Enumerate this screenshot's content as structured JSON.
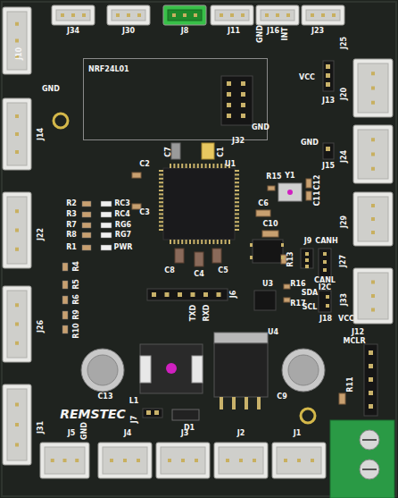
{
  "diagram": {
    "nodes": [
      {
        "text": [
          "NRF24L01"
        ]
      }
    ],
    "labels": [
      "J10",
      "GND",
      "J34",
      "J30",
      "J8",
      "J11",
      "GND",
      "J16",
      "INT",
      "J23",
      "J25",
      "VCC",
      "J13",
      "J20",
      "GND",
      "J15",
      "J24",
      "J32",
      "GND",
      "C7",
      "C1",
      "U1",
      "R15",
      "Y1",
      "C12",
      "C11",
      "C2",
      "R2",
      "RC3",
      "R3",
      "RC4",
      "R7",
      "RG6",
      "R8",
      "RG7",
      "C3",
      "C6",
      "J29",
      "R1",
      "PWR",
      "C10",
      "J14",
      "J22",
      "R4",
      "R5",
      "R6",
      "R9",
      "R10",
      "J26",
      "J31",
      "C8",
      "C4",
      "C5",
      "J9",
      "CANH",
      "J27",
      "R13",
      "CANL",
      "I2C",
      "U3",
      "R16",
      "SDA",
      "R17",
      "SCL",
      "J33",
      "J6",
      "TXD",
      "RXD",
      "J18",
      "VCC",
      "U4",
      "J12",
      "MCLR",
      "C13",
      "L1",
      "C9",
      "R11",
      "J7",
      "D1",
      "REMSTEC",
      "J5",
      "GND",
      "J4",
      "J3",
      "J2",
      "J1"
    ]
  }
}
